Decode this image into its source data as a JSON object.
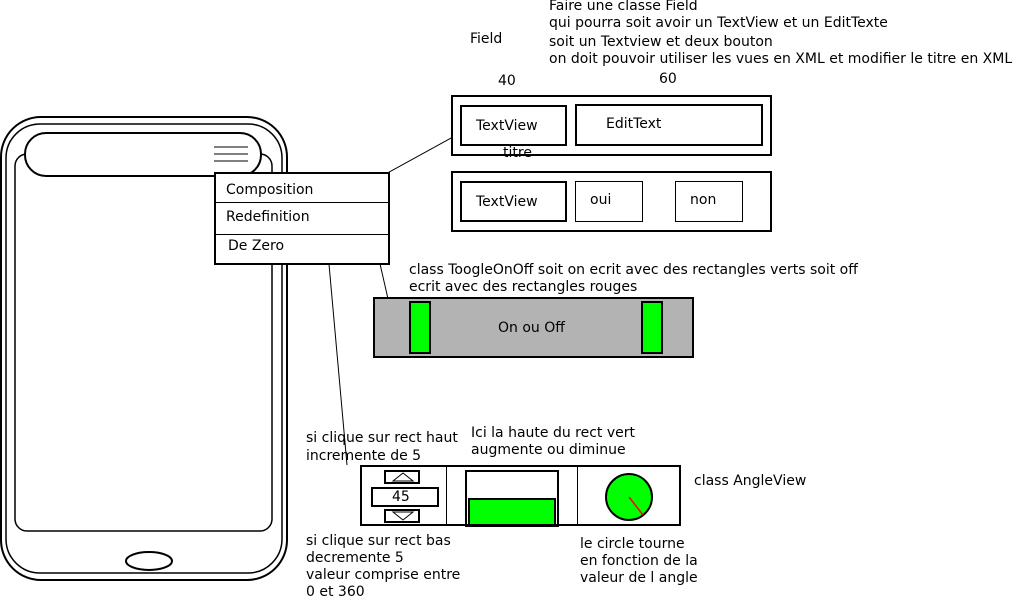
{
  "notes": {
    "header": [
      "Faire une classe Field",
      "qui pourra soit avoir un TextView et un EditTexte",
      "soit un Textview et deux bouton",
      "on doit pouvoir utiliser les vues en XML et modifier le titre en XML"
    ],
    "field_label": "Field",
    "width_left": "40",
    "width_right": "60",
    "toggle_desc": [
      "class ToogleOnOff soit on ecrit avec des rectangles verts soit off",
      "ecrit avec des rectangles rouges"
    ],
    "click_top": [
      "si clique sur rect haut",
      "incremente de 5"
    ],
    "rect_height": [
      "Ici la haute du rect vert",
      "augmente ou diminue"
    ],
    "angle_class": "class AngleView",
    "click_bottom": [
      "si clique sur rect bas",
      "decremente 5",
      "valeur comprise entre",
      "0 et 360"
    ],
    "circle_desc": [
      "le circle tourne",
      "en fonction de la",
      "valeur de l angle"
    ]
  },
  "menu": {
    "items": [
      "Composition",
      "Redefinition",
      "De Zero"
    ]
  },
  "field1": {
    "textview": "TextView",
    "edittext": "EditText",
    "title_caption": "titre"
  },
  "field2": {
    "textview": "TextView",
    "yes": "oui",
    "no": "non"
  },
  "toggle": {
    "label": "On ou Off",
    "on_color": "#00ff00",
    "track_color": "#b3b3b3"
  },
  "angle": {
    "value": "45",
    "level_color": "#00ff00",
    "dial_color": "#00ff00",
    "needle_color": "#ff0000"
  },
  "icons": {
    "phone_menu": "hamburger-icon",
    "up": "arrow-up-icon",
    "down": "arrow-down-icon"
  }
}
